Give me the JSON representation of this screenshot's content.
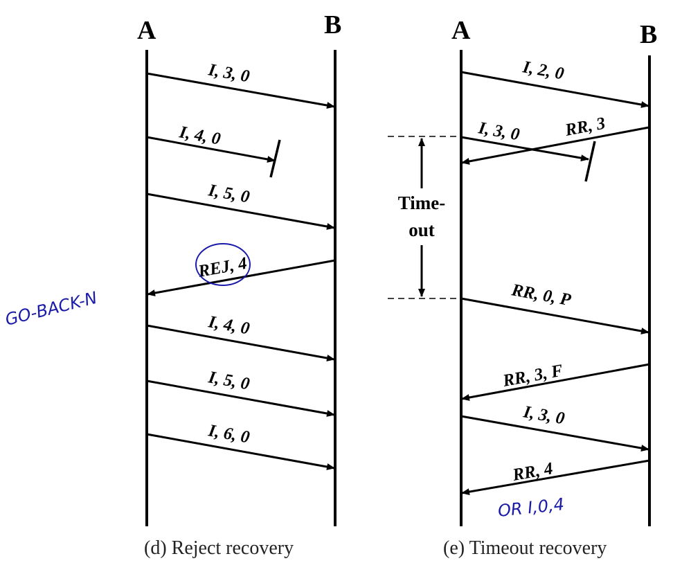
{
  "stations": {
    "a": "A",
    "b": "B"
  },
  "left_panel": {
    "caption": "(d) Reject recovery",
    "frames": [
      {
        "label": "I, 3, 0"
      },
      {
        "label": "I, 4, 0"
      },
      {
        "label": "I, 5, 0"
      },
      {
        "label": "REJ, 4"
      },
      {
        "label": "I, 4, 0"
      },
      {
        "label": "I, 5, 0"
      },
      {
        "label": "I, 6, 0"
      }
    ],
    "annotation": "GO-BACK-N"
  },
  "right_panel": {
    "caption": "(e) Timeout recovery",
    "frames": [
      {
        "label": "I, 2, 0"
      },
      {
        "label": "I, 3, 0"
      },
      {
        "label": "RR, 3"
      },
      {
        "label": "RR, 0, P"
      },
      {
        "label": "RR, 3, F"
      },
      {
        "label": "I, 3, 0"
      },
      {
        "label": "RR, 4"
      }
    ],
    "timeout_label_line1": "Time-",
    "timeout_label_line2": "out",
    "annotation": "OR I,0,4"
  }
}
